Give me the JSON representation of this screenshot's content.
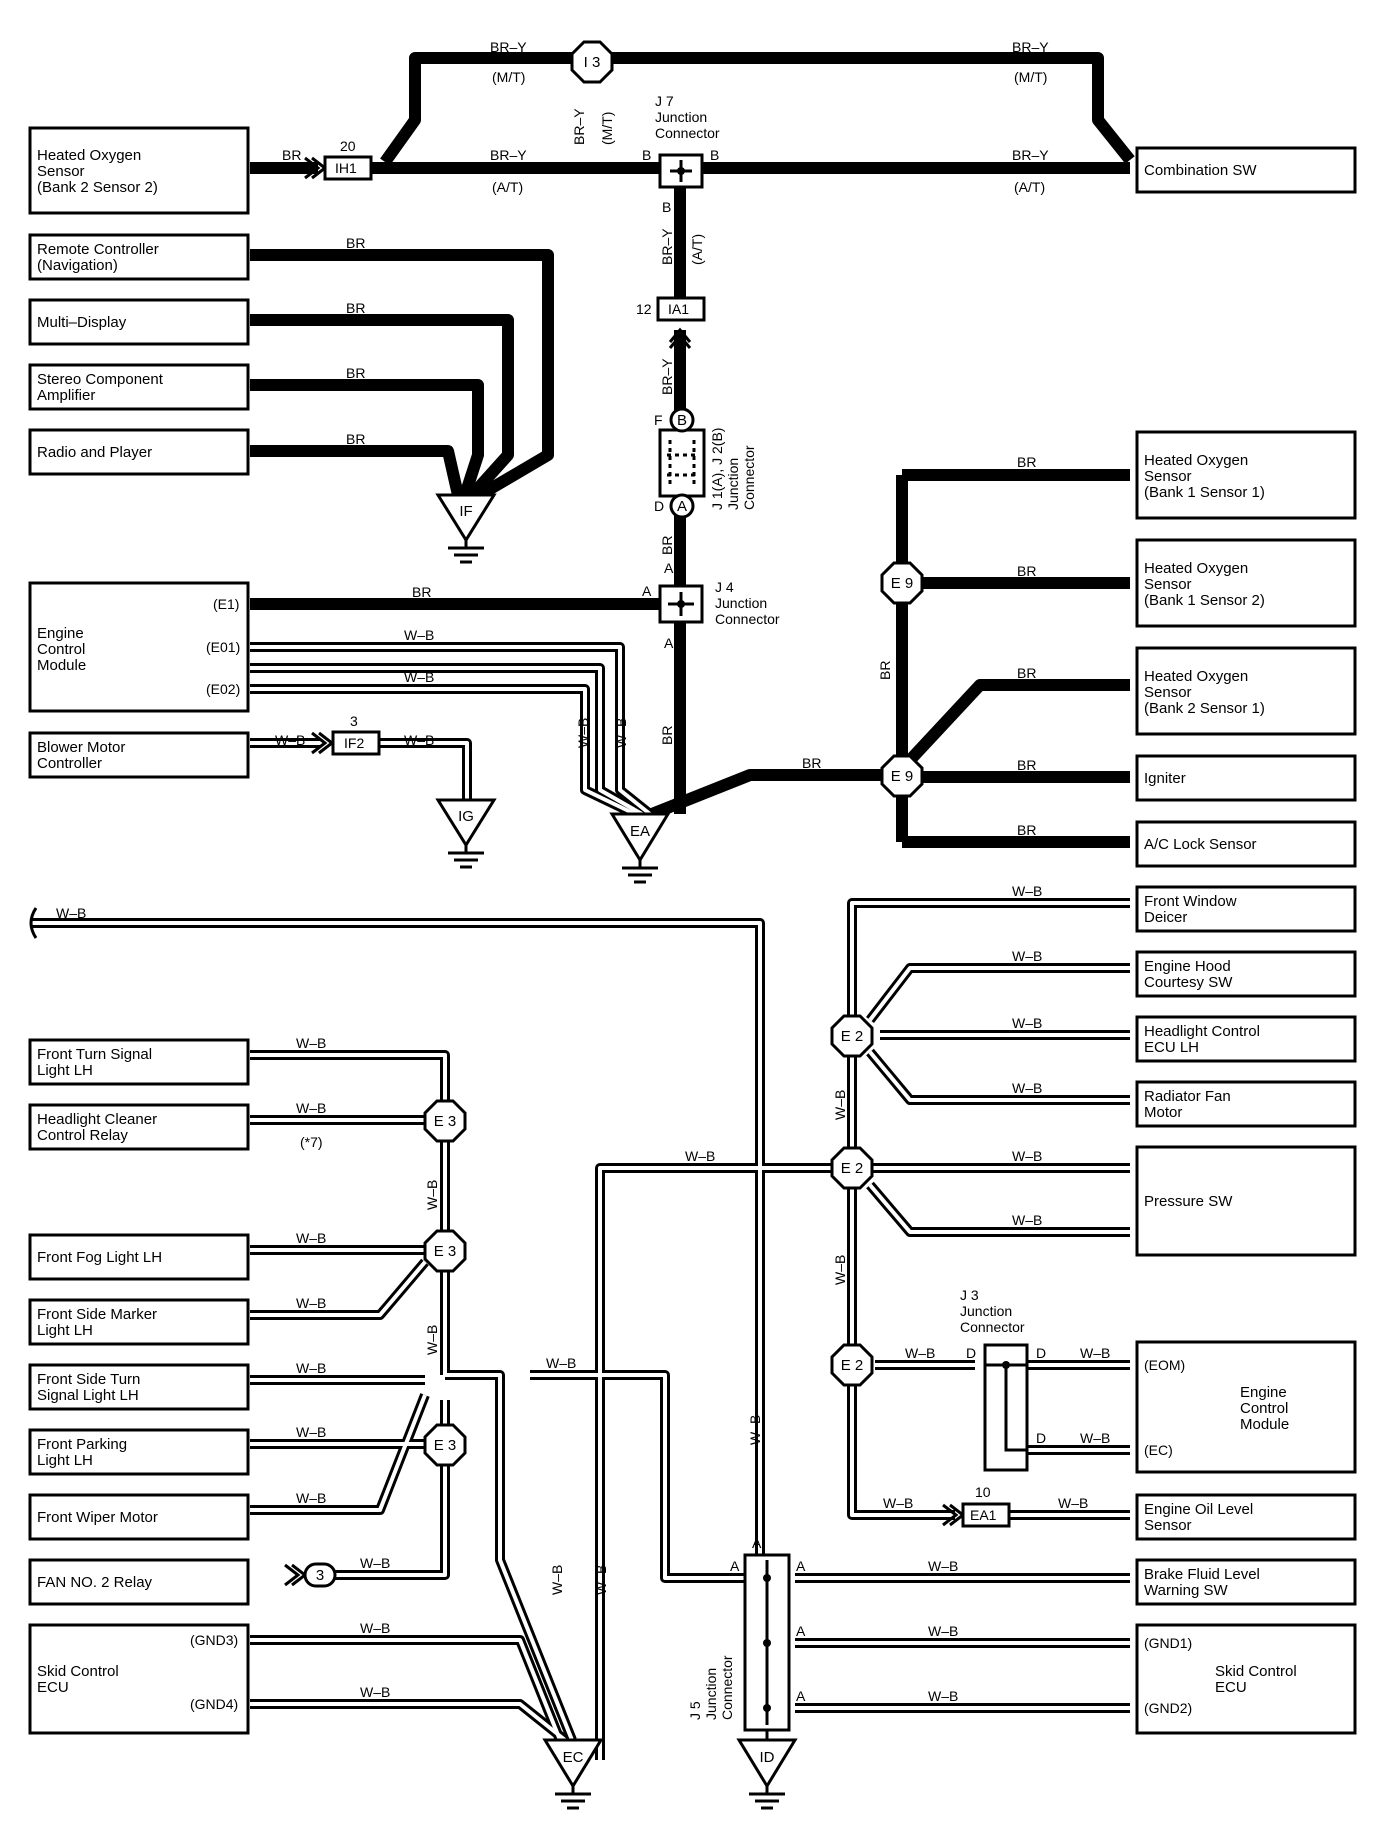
{
  "components": {
    "ho_b2s2": [
      "Heated Oxygen",
      "Sensor",
      "(Bank 2 Sensor 2)"
    ],
    "remote": [
      "Remote Controller",
      "(Navigation)"
    ],
    "multi": [
      "Multi–Display"
    ],
    "stereo": [
      "Stereo Component",
      "Amplifier"
    ],
    "radio": [
      "Radio and Player"
    ],
    "ecm_left": [
      "Engine",
      "Control",
      "Module"
    ],
    "blower": [
      "Blower Motor",
      "Controller"
    ],
    "combo": [
      "Combination SW"
    ],
    "ho_b1s1": [
      "Heated Oxygen",
      "Sensor",
      "(Bank 1 Sensor 1)"
    ],
    "ho_b1s2": [
      "Heated Oxygen",
      "Sensor",
      "(Bank 1 Sensor 2)"
    ],
    "ho_b2s1": [
      "Heated Oxygen",
      "Sensor",
      "(Bank 2 Sensor 1)"
    ],
    "igniter": [
      "Igniter"
    ],
    "aclock": [
      "A/C Lock Sensor"
    ],
    "fwd": [
      "Front Window",
      "Deicer"
    ],
    "hood": [
      "Engine Hood",
      "Courtesy SW"
    ],
    "hlecu": [
      "Headlight Control",
      "ECU LH"
    ],
    "radfan": [
      "Radiator Fan",
      "Motor"
    ],
    "pressure": [
      "Pressure SW"
    ],
    "ecm_right": [
      "Engine",
      "Control",
      "Module"
    ],
    "oillevel": [
      "Engine Oil Level",
      "Sensor"
    ],
    "brakefluid": [
      "Brake Fluid Level",
      "Warning SW"
    ],
    "skid_right": [
      "Skid Control",
      "ECU"
    ],
    "fturn": [
      "Front Turn Signal",
      "Light LH"
    ],
    "hlclean": [
      "Headlight Cleaner",
      "Control Relay"
    ],
    "ffog": [
      "Front Fog Light LH"
    ],
    "fsidemk": [
      "Front Side Marker",
      "Light LH"
    ],
    "fsideturn": [
      "Front Side Turn",
      "Signal Light LH"
    ],
    "fpark": [
      "Front Parking",
      "Light LH"
    ],
    "fwiper": [
      "Front Wiper Motor"
    ],
    "fan2": [
      "FAN NO. 2 Relay"
    ],
    "skid_left": [
      "Skid Control",
      "ECU"
    ]
  },
  "pins": {
    "e1": "(E1)",
    "e01": "(E01)",
    "e02": "(E02)",
    "eom": "(EOM)",
    "ec": "(EC)",
    "gnd1": "(GND1)",
    "gnd2": "(GND2)",
    "gnd3": "(GND3)",
    "gnd4": "(GND4)"
  },
  "connectors": {
    "ih1": "IH1",
    "ih1_num": "20",
    "ia1": "IA1",
    "ia1_num": "12",
    "if2": "IF2",
    "if2_num": "3",
    "ea1": "EA1",
    "ea1_num": "10",
    "j7": [
      "J 7",
      "Junction",
      "Connector"
    ],
    "j4": [
      "J 4",
      "Junction",
      "Connector"
    ],
    "j3": [
      "J 3",
      "Junction",
      "Connector"
    ],
    "j12": [
      "J 1(A), J 2(B)",
      "Junction",
      "Connector"
    ],
    "j5": [
      "J 5",
      "Junction",
      "Connector"
    ]
  },
  "hubs": {
    "i3": "I 3",
    "e9": "E 9",
    "e2": "E 2",
    "e3": "E 3",
    "c3": "3"
  },
  "grounds": {
    "if": "IF",
    "ig": "IG",
    "ea": "EA",
    "ec": "EC",
    "id": "ID"
  },
  "wires": {
    "br": "BR",
    "bry": "BR–Y",
    "wb": "W–B",
    "mt": "(M/T)",
    "at": "(A/T)",
    "star7": "(*7)"
  },
  "terminals": {
    "a": "A",
    "b": "B",
    "d": "D",
    "f": "F"
  }
}
